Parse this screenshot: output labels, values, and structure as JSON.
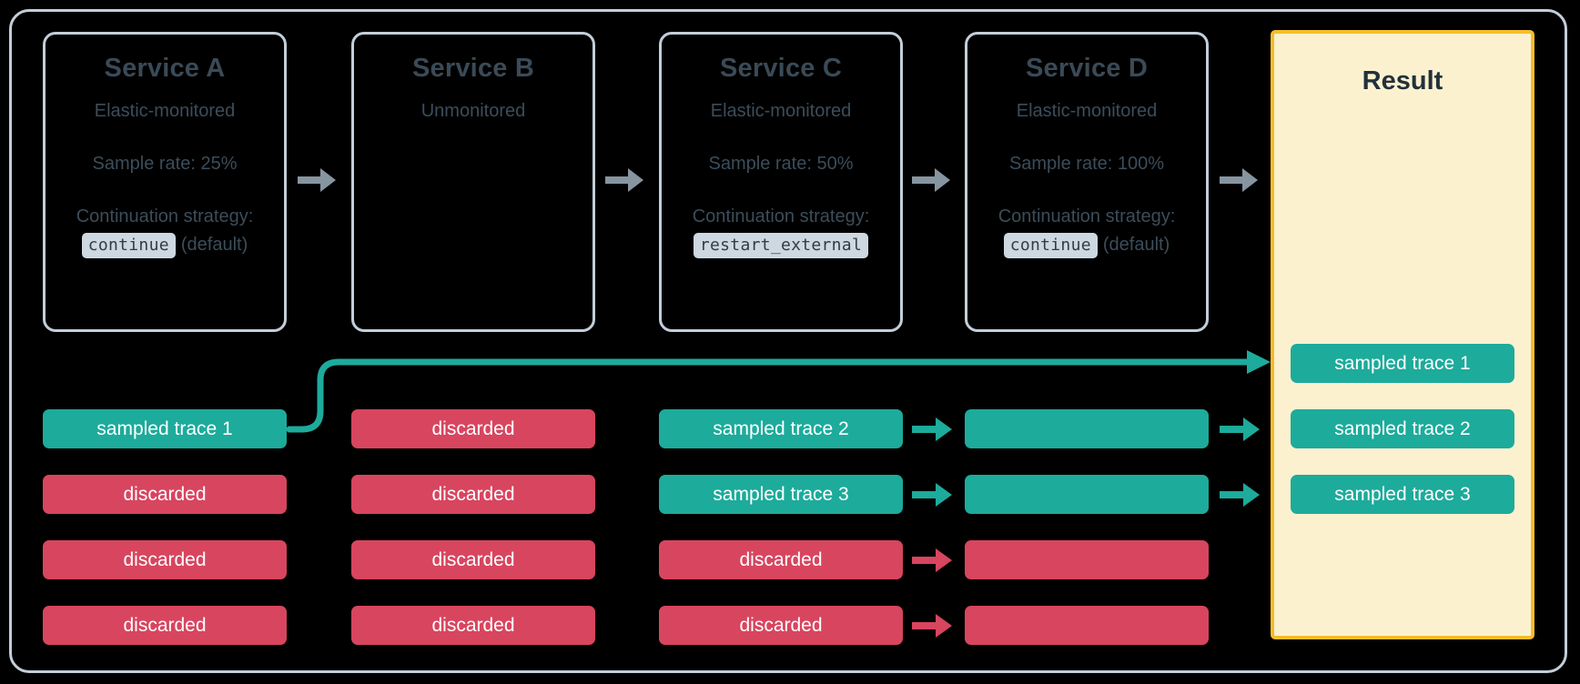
{
  "colors": {
    "background": "#000000",
    "frame_border": "#c3ced9",
    "card_border": "#c3ced9",
    "card_title": "#3a4a57",
    "card_text": "#3c4d5a",
    "badge_bg": "#cdd8e0",
    "badge_text": "#2f3d49",
    "result_bg": "#fcf1cf",
    "result_border": "#f5bd28",
    "result_title": "#22313b",
    "sampled": "#1dab9b",
    "discarded": "#d8455f",
    "gray_arrow": "#8795a1"
  },
  "services": [
    {
      "title": "Service A",
      "monitoring": "Elastic-monitored",
      "sample_rate": "Sample rate: 25%",
      "strategy_label": "Continuation strategy:",
      "strategy_value": "continue",
      "strategy_note": "(default)"
    },
    {
      "title": "Service B",
      "monitoring": "Unmonitored",
      "sample_rate": "",
      "strategy_label": "",
      "strategy_value": "",
      "strategy_note": ""
    },
    {
      "title": "Service C",
      "monitoring": "Elastic-monitored",
      "sample_rate": "Sample rate: 50%",
      "strategy_label": "Continuation strategy:",
      "strategy_value": "restart_external",
      "strategy_note": ""
    },
    {
      "title": "Service D",
      "monitoring": "Elastic-monitored",
      "sample_rate": "Sample rate: 100%",
      "strategy_label": "Continuation strategy:",
      "strategy_value": "continue",
      "strategy_note": "(default)"
    }
  ],
  "result": {
    "title": "Result",
    "boxes": [
      {
        "label": "sampled trace 1",
        "state": "sampled"
      },
      {
        "label": "sampled trace 2",
        "state": "sampled"
      },
      {
        "label": "sampled trace 3",
        "state": "sampled"
      }
    ]
  },
  "columns": [
    {
      "service": "Service A",
      "traces": [
        {
          "label": "sampled trace 1",
          "state": "sampled"
        },
        {
          "label": "discarded",
          "state": "discarded"
        },
        {
          "label": "discarded",
          "state": "discarded"
        },
        {
          "label": "discarded",
          "state": "discarded"
        }
      ]
    },
    {
      "service": "Service B",
      "traces": [
        {
          "label": "discarded",
          "state": "discarded"
        },
        {
          "label": "discarded",
          "state": "discarded"
        },
        {
          "label": "discarded",
          "state": "discarded"
        },
        {
          "label": "discarded",
          "state": "discarded"
        }
      ]
    },
    {
      "service": "Service C",
      "traces": [
        {
          "label": "sampled trace 2",
          "state": "sampled"
        },
        {
          "label": "sampled trace 3",
          "state": "sampled"
        },
        {
          "label": "discarded",
          "state": "discarded"
        },
        {
          "label": "discarded",
          "state": "discarded"
        }
      ]
    },
    {
      "service": "Service D",
      "traces": [
        {
          "label": "",
          "state": "sampled"
        },
        {
          "label": "",
          "state": "sampled"
        },
        {
          "label": "",
          "state": "discarded"
        },
        {
          "label": "",
          "state": "discarded"
        }
      ]
    }
  ],
  "flow_arrows": {
    "service_chain": [
      {
        "from": "Service A",
        "to": "Service B",
        "color": "gray"
      },
      {
        "from": "Service B",
        "to": "Service C",
        "color": "gray"
      },
      {
        "from": "Service C",
        "to": "Service D",
        "color": "gray"
      },
      {
        "from": "Service D",
        "to": "Result",
        "color": "gray"
      }
    ],
    "trace_arrows": [
      {
        "row": 1,
        "from": "Service C",
        "to": "Service D",
        "color": "sampled"
      },
      {
        "row": 2,
        "from": "Service C",
        "to": "Service D",
        "color": "sampled"
      },
      {
        "row": 3,
        "from": "Service C",
        "to": "Service D",
        "color": "discarded"
      },
      {
        "row": 4,
        "from": "Service C",
        "to": "Service D",
        "color": "discarded"
      },
      {
        "row": 1,
        "from": "Service D",
        "to": "Result",
        "color": "sampled"
      },
      {
        "row": 2,
        "from": "Service D",
        "to": "Result",
        "color": "sampled"
      }
    ],
    "curved": [
      {
        "from": "Service A sampled trace 1",
        "to": "Result sampled trace 1",
        "color": "sampled"
      }
    ]
  }
}
